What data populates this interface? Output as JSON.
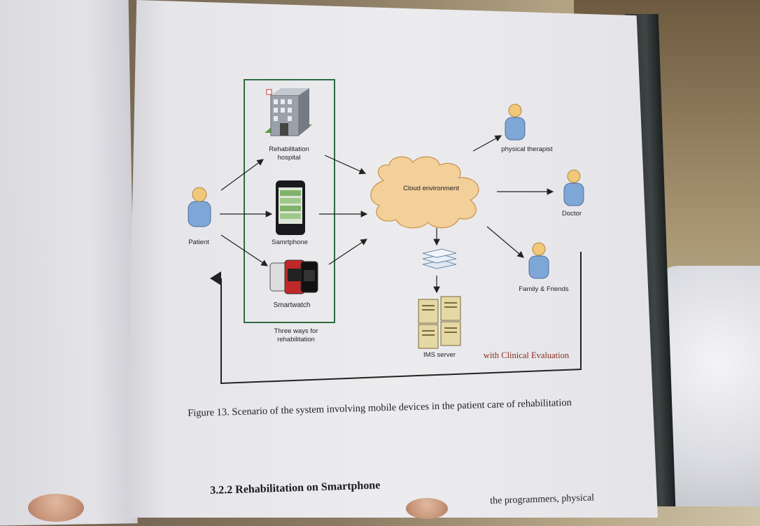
{
  "figure": {
    "labels": {
      "patient": "Patient",
      "rehab_hospital_line1": "Rehabilitation",
      "rehab_hospital_line2": "hospital",
      "smartphone": "Samrtphone",
      "smartwatch": "Smartwatch",
      "three_ways_line1": "Three ways for",
      "three_ways_line2": "rehabilitation",
      "cloud": "Cloud environment",
      "ims_server": "IMS server",
      "physical_therapist": "physical therapist",
      "doctor": "Doctor",
      "family_friends": "Family & Friends",
      "clinical_eval": "with Clinical Evaluation"
    }
  },
  "caption": "Figure 13. Scenario of the system involving mobile devices in the patient care of rehabilitation",
  "section_heading": "3.2.2 Rehabilitation on Smartphone",
  "body_fragment": "the programmers, physical",
  "colors": {
    "frame_green": "#2f6b3e",
    "cloud_fill": "#f3cf9a",
    "person_head": "#f0c878",
    "person_body": "#7ea6d6",
    "clinical_text": "#8a2a20",
    "arrow": "#222222"
  }
}
